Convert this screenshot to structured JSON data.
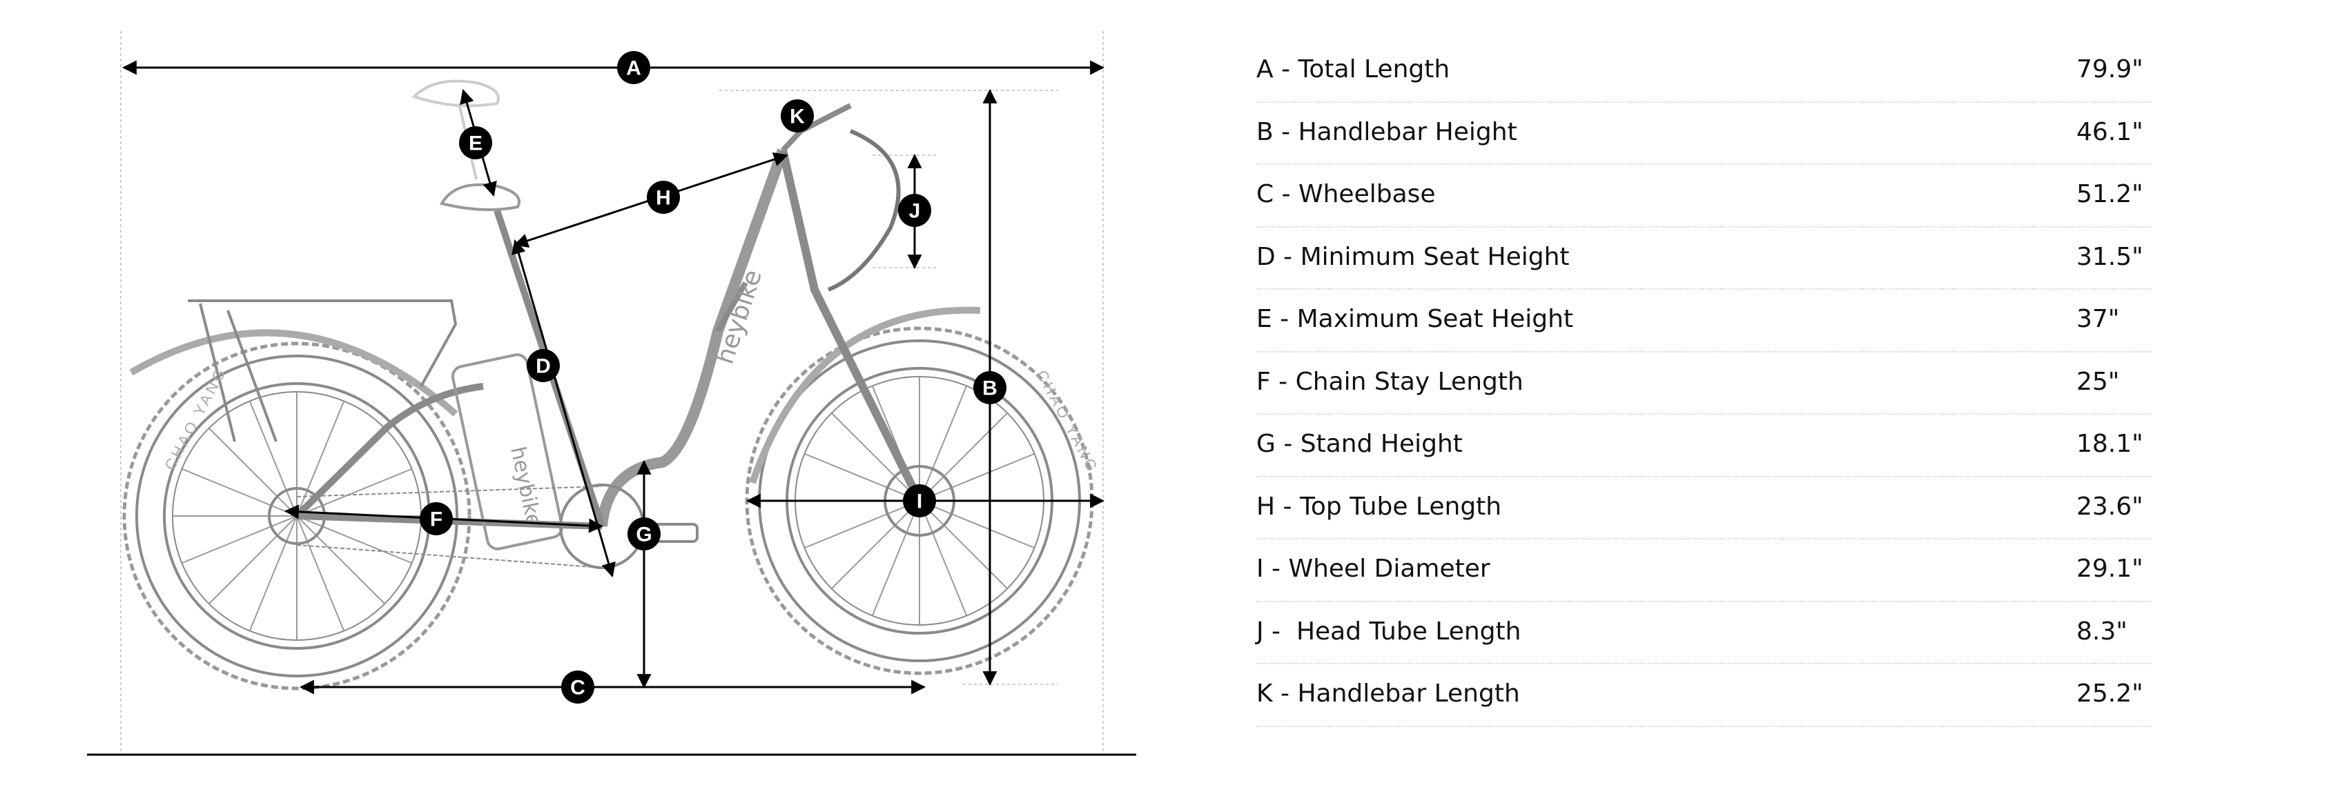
{
  "diagram": {
    "labels": {
      "A": "A",
      "B": "B",
      "C": "C",
      "D": "D",
      "E": "E",
      "F": "F",
      "G": "G",
      "H": "H",
      "I": "I",
      "J": "J",
      "K": "K"
    },
    "brand_text": "heybike",
    "tire_text": "CHAO YANG"
  },
  "specs": [
    {
      "name": "A - Total Length",
      "value": "79.9\""
    },
    {
      "name": "B - Handlebar Height",
      "value": "46.1\""
    },
    {
      "name": "C - Wheelbase",
      "value": "51.2\""
    },
    {
      "name": "D - Minimum Seat Height",
      "value": "31.5\""
    },
    {
      "name": "E - Maximum Seat Height",
      "value": "37\""
    },
    {
      "name": "F - Chain Stay Length",
      "value": "25\""
    },
    {
      "name": "G - Stand Height",
      "value": "18.1\""
    },
    {
      "name": "H - Top Tube Length",
      "value": "23.6\""
    },
    {
      "name": "I - Wheel Diameter",
      "value": "29.1\""
    },
    {
      "name": "J -  Head Tube Length",
      "value": "8.3\""
    },
    {
      "name": "K - Handlebar Length",
      "value": "25.2\""
    }
  ]
}
